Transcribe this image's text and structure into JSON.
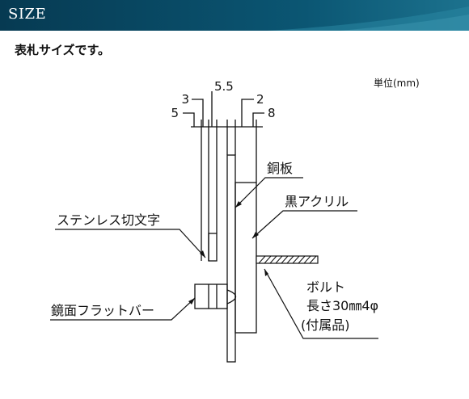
{
  "header": {
    "title": "SIZE"
  },
  "subtitle": "表札サイズです。",
  "diagram": {
    "unit": "単位(mm)",
    "dims": {
      "d5": "5",
      "d3": "3",
      "d55": "5.5",
      "d2": "2",
      "d8": "8"
    },
    "labels": {
      "copper": "銅板",
      "acrylic": "黒アクリル",
      "stainless": "ステンレス切文字",
      "mirror": "鏡面フラットバー",
      "bolt": "ボルト",
      "bolt_size": "長さ30㎜4φ",
      "bolt_note": "(付属品)"
    }
  },
  "colors": {
    "header_dark": "#063a52",
    "header_light": "#1c728e"
  }
}
